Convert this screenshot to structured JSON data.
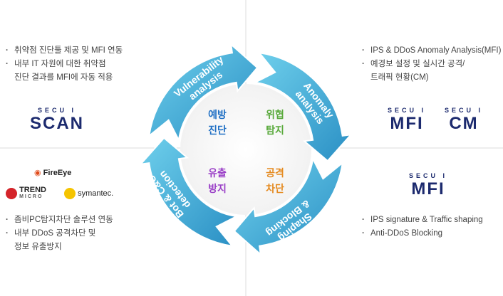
{
  "cycle": [
    {
      "id": "vuln",
      "label_lines": [
        "Vulnerability",
        "analysis"
      ]
    },
    {
      "id": "anomaly",
      "label_lines": [
        "Anomaly",
        "analysis"
      ]
    },
    {
      "id": "shaping",
      "label_lines": [
        "Shaping",
        "& Blocking"
      ]
    },
    {
      "id": "bot",
      "label_lines": [
        "Bot & C&C",
        "detection"
      ]
    }
  ],
  "quadrants": {
    "prevent": {
      "lines": [
        "예방",
        "진단"
      ],
      "color": "#1f6fc4"
    },
    "threat": {
      "lines": [
        "위협",
        "탐지"
      ],
      "color": "#59a93b"
    },
    "leak": {
      "lines": [
        "유출",
        "방지"
      ],
      "color": "#9a3fc7"
    },
    "block": {
      "lines": [
        "공격",
        "차단"
      ],
      "color": "#e58a1f"
    }
  },
  "top_left": {
    "bullets": [
      {
        "text": "취약점 진단툴 제공 및 MFI 연동"
      },
      {
        "text": "내부 IT 자원에 대한 취약점",
        "cont": "진단 결과를 MFI에 자동 적용"
      }
    ],
    "logo": {
      "sub": "SECU I",
      "main": "SCAN"
    }
  },
  "top_right": {
    "bullets": [
      {
        "text": "IPS & DDoS Anomaly Analysis(MFI)"
      },
      {
        "text": "예경보 설정 및 실시간 공격/",
        "cont": "트래픽 현황(CM)"
      }
    ],
    "logos": [
      {
        "sub": "SECU I",
        "main": "MFI"
      },
      {
        "sub": "SECU I",
        "main": "CM"
      }
    ]
  },
  "bottom_left": {
    "partners": {
      "fireeye": "FireEye",
      "trend": "TREND",
      "trend_sub": "MICRO",
      "symantec": "symantec."
    },
    "bullets": [
      {
        "text": "좀비PC탐지차단 솔루션 연동"
      },
      {
        "text": "내부 DDoS 공격차단 및",
        "cont": "정보 유출방지"
      }
    ]
  },
  "bottom_right": {
    "logo": {
      "sub": "SECU I",
      "main": "MFI"
    },
    "bullets": [
      {
        "text": "IPS signature & Traffic shaping"
      },
      {
        "text": "Anti-DDoS Blocking"
      }
    ]
  },
  "colors": {
    "arc_light": "#5fc7e6",
    "arc_dark": "#2a8fc4",
    "divider": "#d9d9d9",
    "logo": "#1c2a6e"
  }
}
